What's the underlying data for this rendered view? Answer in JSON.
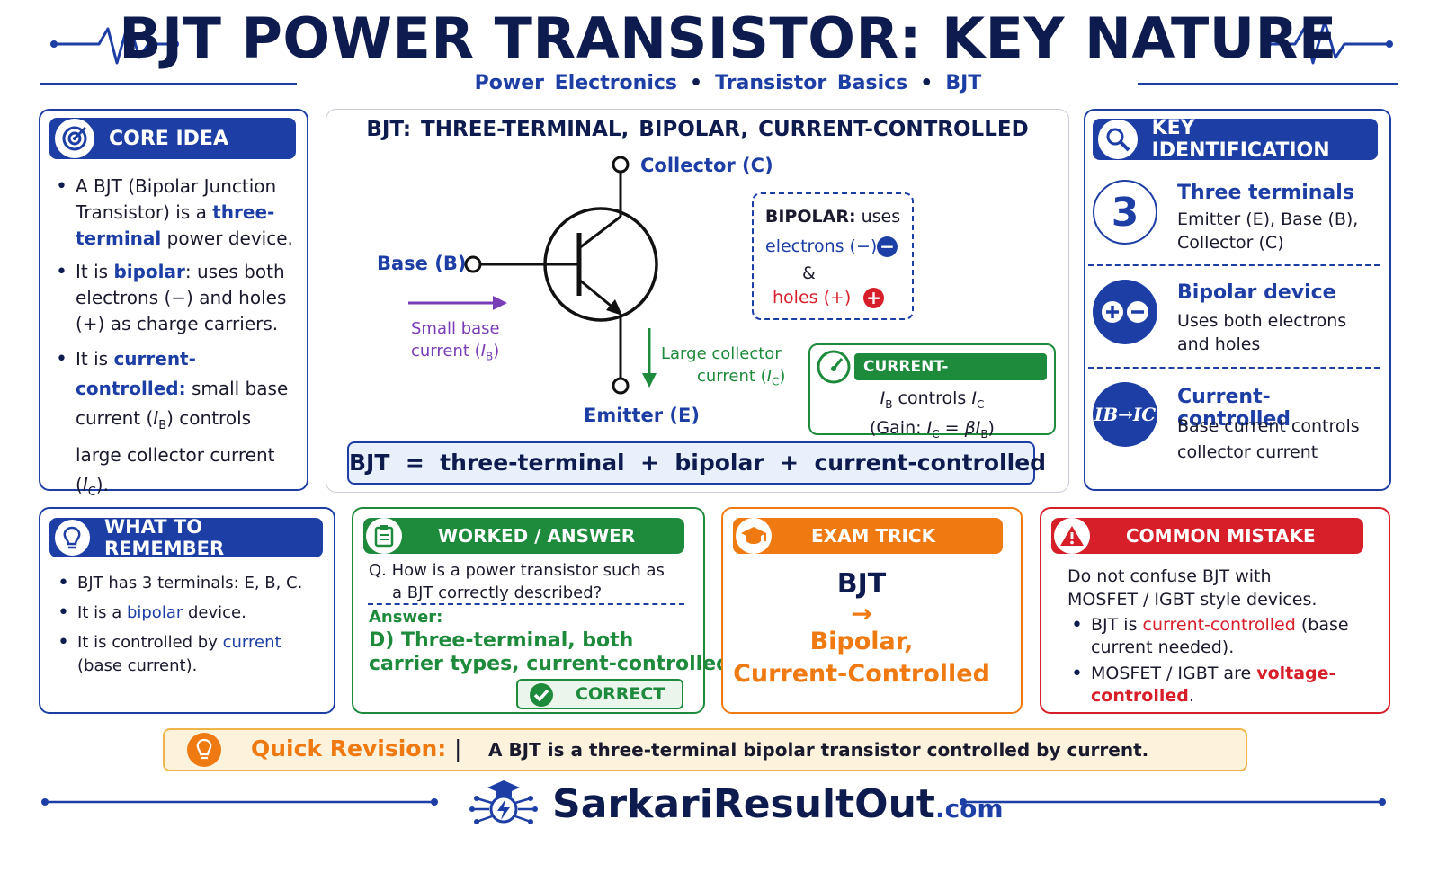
{
  "header": {
    "title": "BJT POWER TRANSISTOR: KEY NATURE",
    "crumbs": [
      "Power Electronics",
      "Transistor Basics",
      "BJT"
    ]
  },
  "core_idea": {
    "heading": "CORE IDEA",
    "b1": {
      "t1": "A BJT (Bipolar Junction Transistor) is a ",
      "h": "three-terminal",
      "t2": " power device."
    },
    "b2": {
      "t1": "It is ",
      "h": "bipolar",
      "t2": ": uses both electrons (−) and holes (+) as charge carriers."
    },
    "b3": {
      "t1": "It is ",
      "h": "current-controlled:",
      "t2": " small base current (",
      "m1": "I",
      "s1": "B",
      "t3": ") controls large collector current (",
      "m2": "I",
      "s2": "C",
      "t4": ")."
    }
  },
  "diagram": {
    "heading": "BJT: THREE-TERMINAL, BIPOLAR, CURRENT-CONTROLLED",
    "collector": "Collector (C)",
    "base": "Base (B)",
    "emitter": "Emitter (E)",
    "small_base_1": "Small base",
    "small_base_2": "current (",
    "small_base_sub": "B",
    "large_coll_1": "Large collector",
    "large_coll_2": "current (",
    "large_coll_sub": "C",
    "bipolar_title": "BIPOLAR:",
    "bipolar_uses": " uses",
    "electrons": "electrons (−)",
    "amp": "&",
    "holes": "holes (+)",
    "cc_heading": "CURRENT-CONTROLLED",
    "cc_line1": "controls",
    "cc_line2": "(Gain:",
    "equation": "BJT  =  three-terminal  +  bipolar  +  current-controlled"
  },
  "key_identification": {
    "heading": "KEY IDENTIFICATION",
    "items": [
      {
        "badge": "3",
        "title": "Three terminals",
        "text": "Emitter (E), Base (B), Collector (C)"
      },
      {
        "badge": "+−",
        "title": "Bipolar device",
        "text": "Uses both electrons and holes"
      },
      {
        "badge": "IB→IC",
        "title": "Current-controlled",
        "text": "Base current controls collector current"
      }
    ]
  },
  "remember": {
    "heading": "WHAT TO REMEMBER",
    "b1": "BJT has 3 terminals: E, B, C.",
    "b2": {
      "t1": "It is a ",
      "h": "bipolar",
      "t2": " device."
    },
    "b3": {
      "t1": "It is controlled by ",
      "h": "current",
      "t2": " (base current)."
    }
  },
  "worked": {
    "heading": "WORKED / ANSWER",
    "q1": "Q. How is a power transistor such as",
    "q2": "a BJT correctly described?",
    "answer_label": "Answer:",
    "a1": "D) Three-terminal, both",
    "a2": "carrier types, current-controlled",
    "correct": "CORRECT"
  },
  "exam": {
    "heading": "EXAM TRICK",
    "l1": "BJT",
    "arrow": "→",
    "l2": "Bipolar,",
    "l3": "Current-Controlled"
  },
  "mistake": {
    "heading": "COMMON MISTAKE",
    "intro1": "Do not confuse BJT with",
    "intro2": "MOSFET / IGBT style devices.",
    "b1": {
      "t1": "BJT is ",
      "h": "current-controlled",
      "t2": " (base current needed)."
    },
    "b2": {
      "t1": "MOSFET / IGBT are ",
      "h": "voltage-controlled",
      "t2": "."
    }
  },
  "revision": {
    "label": "Quick Revision:",
    "sep": "|",
    "text": "A BJT is a three-terminal bipolar transistor controlled by current."
  },
  "footer": {
    "brand": "SarkariResultOut",
    "tld": ".com"
  },
  "colors": {
    "navy": "#0d1b4f",
    "blue": "#1d3fa5",
    "green": "#1e8a3c",
    "orange": "#f07a12",
    "red": "#d71f2a",
    "purple": "#7a3db8"
  }
}
